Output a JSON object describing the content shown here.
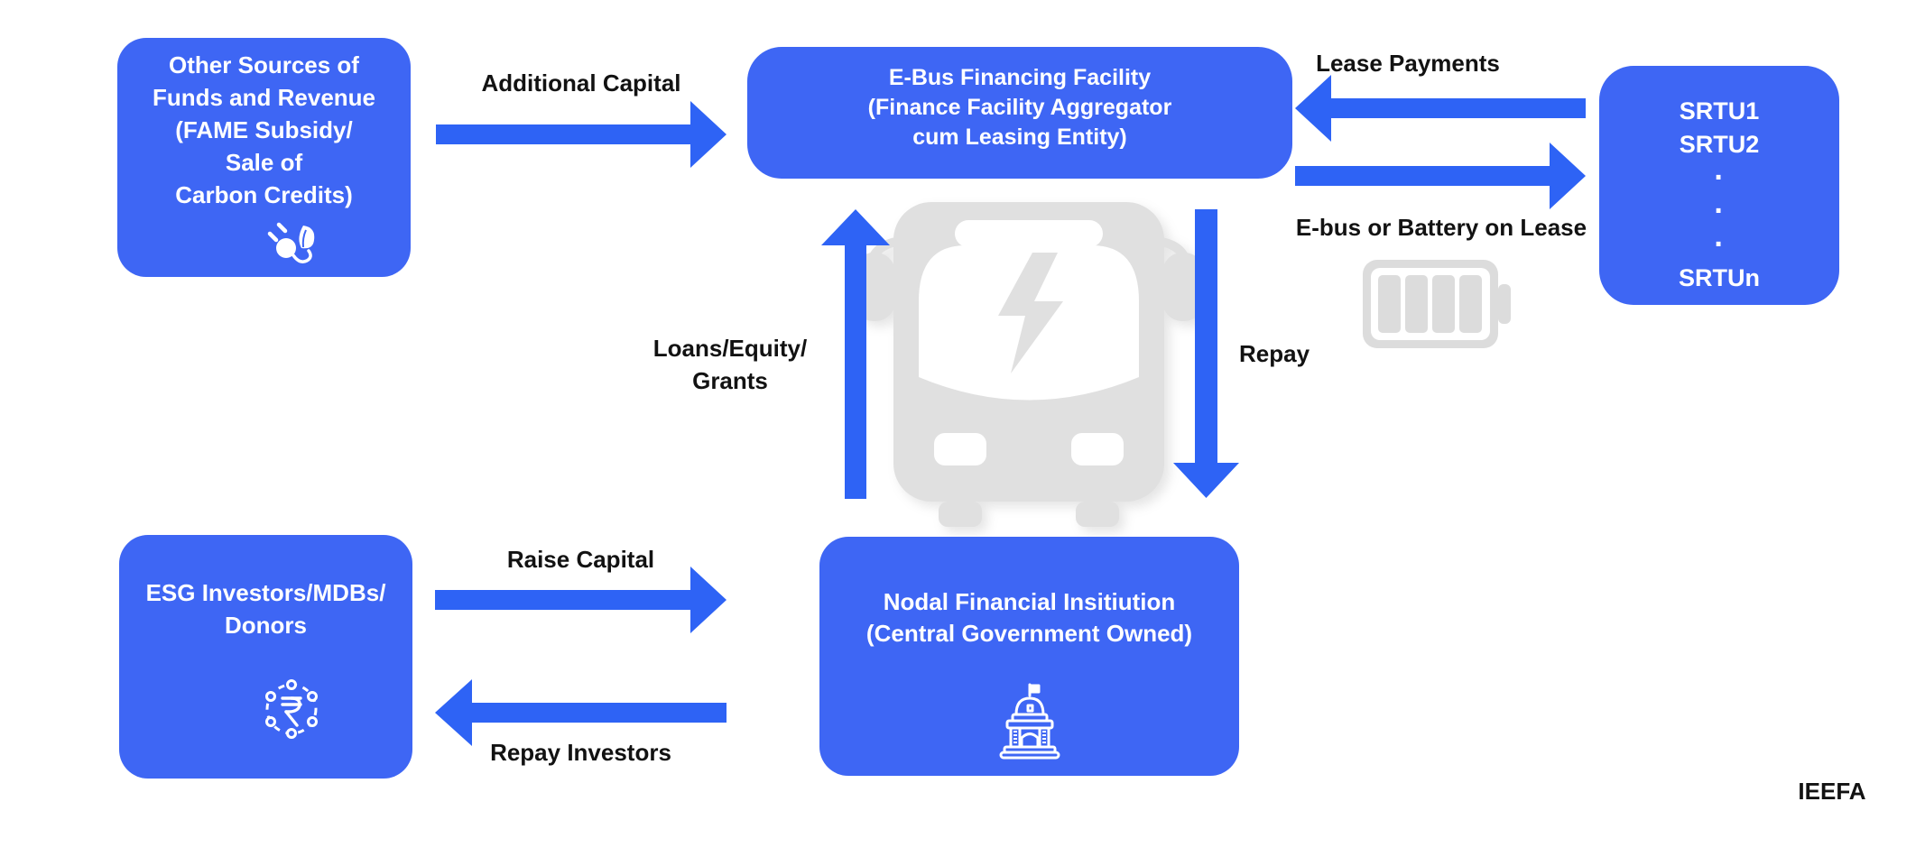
{
  "figure": {
    "credit": "IEEFA",
    "title_hint": "E-Bus financing facility flow diagram"
  },
  "colors": {
    "box_blue": "#3E66F4",
    "arrow_blue": "#2E63F5",
    "icon_gray": "#E0E0E0",
    "battery_gray": "#DCDCDC",
    "label_black": "#121212",
    "box_text_white": "#FFFFFF",
    "background": "#FFFFFF"
  },
  "boxes": {
    "other_sources": {
      "lines": [
        "Other Sources of",
        "Funds and Revenue",
        "(FAME Subsidy/",
        "Sale of",
        "Carbon Credits)"
      ],
      "icon": "plug-leaf-icon"
    },
    "ebus_facility": {
      "lines": [
        "E-Bus Financing Facility",
        "(Finance Facility Aggregator",
        "cum Leasing Entity)"
      ]
    },
    "srtu": {
      "rows": [
        "SRTU1",
        "SRTU2",
        "·",
        "·",
        "·",
        "SRTUn"
      ]
    },
    "esg_investors": {
      "lines": [
        "ESG Investors/MDBs/",
        "Donors"
      ],
      "icon": "rupee-coin-icon"
    },
    "nodal": {
      "lines": [
        "Nodal Financial Insitiution",
        "(Central Government Owned)"
      ],
      "icon": "government-building-icon"
    }
  },
  "arrows": {
    "additional_capital": {
      "label": "Additional Capital",
      "direction": "right"
    },
    "lease_payments": {
      "label": "Lease Payments",
      "direction": "left"
    },
    "ebus_battery_lease": {
      "label": "E-bus or Battery on Lease",
      "direction": "right"
    },
    "loans_equity_grants": {
      "label_lines": [
        "Loans/Equity/",
        "Grants"
      ],
      "direction": "up"
    },
    "repay": {
      "label": "Repay",
      "direction": "down"
    },
    "raise_capital": {
      "label": "Raise Capital",
      "direction": "right"
    },
    "repay_investors": {
      "label": "Repay Investors",
      "direction": "left"
    }
  },
  "icons": {
    "bus": "electric-bus-icon",
    "battery": "battery-on-lease-icon"
  }
}
